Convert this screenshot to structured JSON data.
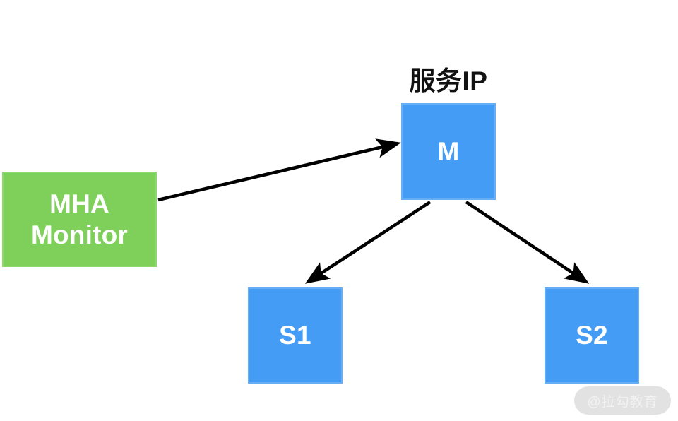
{
  "diagram": {
    "title": "服务IP",
    "background_color": "#ffffff",
    "nodes": [
      {
        "id": "mha",
        "label": "MHA\nMonitor",
        "color": "#7ed05a",
        "text_color": "#ffffff",
        "shape": "rectangle"
      },
      {
        "id": "m",
        "label": "M",
        "color": "#459cf5",
        "text_color": "#ffffff",
        "shape": "rectangle"
      },
      {
        "id": "s1",
        "label": "S1",
        "color": "#459cf5",
        "text_color": "#ffffff",
        "shape": "rectangle"
      },
      {
        "id": "s2",
        "label": "S2",
        "color": "#459cf5",
        "text_color": "#ffffff",
        "shape": "rectangle"
      }
    ],
    "edges": [
      {
        "id": "mha-to-m",
        "from": "mha",
        "to": "m",
        "style": "solid-arrow",
        "color": "#000000"
      },
      {
        "id": "m-to-s1",
        "from": "m",
        "to": "s1",
        "style": "solid-arrow",
        "color": "#000000"
      },
      {
        "id": "m-to-s2",
        "from": "m",
        "to": "s2",
        "style": "solid-arrow",
        "color": "#000000"
      }
    ]
  },
  "watermark": {
    "text": "@拉勾教育",
    "pill_color": "#e2e2e2",
    "text_color": "#f2f2f2"
  }
}
